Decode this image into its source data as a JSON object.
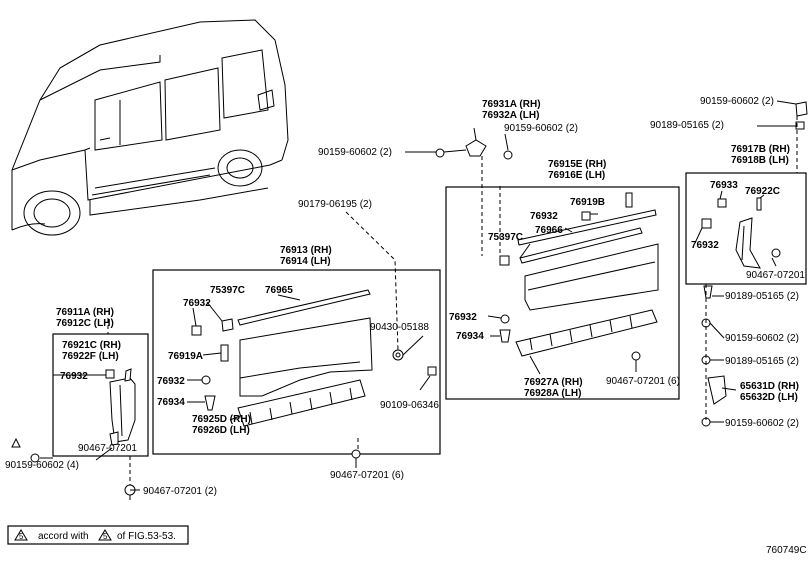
{
  "labels": {
    "p90159_60602_a": "90159-60602 (2)",
    "p90189_05165_a": "90189-05165 (2)",
    "p76931a": "76931A (RH)",
    "p76932a": "76932A (LH)",
    "p90159_60602_b": "90159-60602 (2)",
    "p90159_60602_c": "90159-60602 (2)",
    "p76917b": "76917B (RH)",
    "p76918b": "76918B (LH)",
    "p76915e": "76915E (RH)",
    "p76916e": "76916E (LH)",
    "p90179": "90179-06195 (2)",
    "p76913": "76913 (RH)",
    "p76914": "76914 (LH)",
    "p76911a": "76911A (RH)",
    "p76912c": "76912C (LH)",
    "p76921c": "76921C (RH)",
    "p76922f": "76922F (LH)",
    "p76932_l": "76932",
    "p90467_l": "90467-07201",
    "p90159_l": "90159-60602 (4)",
    "p90467_b": "90467-07201 (2)",
    "p75397c_m": "75397C",
    "p76965": "76965",
    "p76932_m1": "76932",
    "p76919a": "76919A",
    "p76932_m2": "76932",
    "p76934_m": "76934",
    "p76925d": "76925D (RH)",
    "p76926d": "76926D (LH)",
    "p90467_m": "90467-07201 (6)",
    "p90430": "90430-05188",
    "p90109": "90109-06346",
    "p76919b": "76919B",
    "p76932_r1": "76932",
    "p76966": "76966",
    "p75397c_r": "75397C",
    "p76932_r2": "76932",
    "p76934_r": "76934",
    "p76927a": "76927A (RH)",
    "p76928a": "76928A (LH)",
    "p90467_r": "90467-07201 (6)",
    "p76933": "76933",
    "p76922c": "76922C",
    "p76932_fr": "76932",
    "p90467_fr": "90467-07201",
    "p90189_b": "90189-05165 (2)",
    "p90159_d": "90159-60602 (2)",
    "p90189_c": "90189-05165 (2)",
    "p65631d": "65631D (RH)",
    "p65632d": "65632D (LH)",
    "p90159_e": "90159-60602 (2)"
  },
  "legend": {
    "num1": "5",
    "text1": "accord with",
    "num2": "5",
    "text2": "of FIG.53-53."
  },
  "figure_id": "760749C"
}
